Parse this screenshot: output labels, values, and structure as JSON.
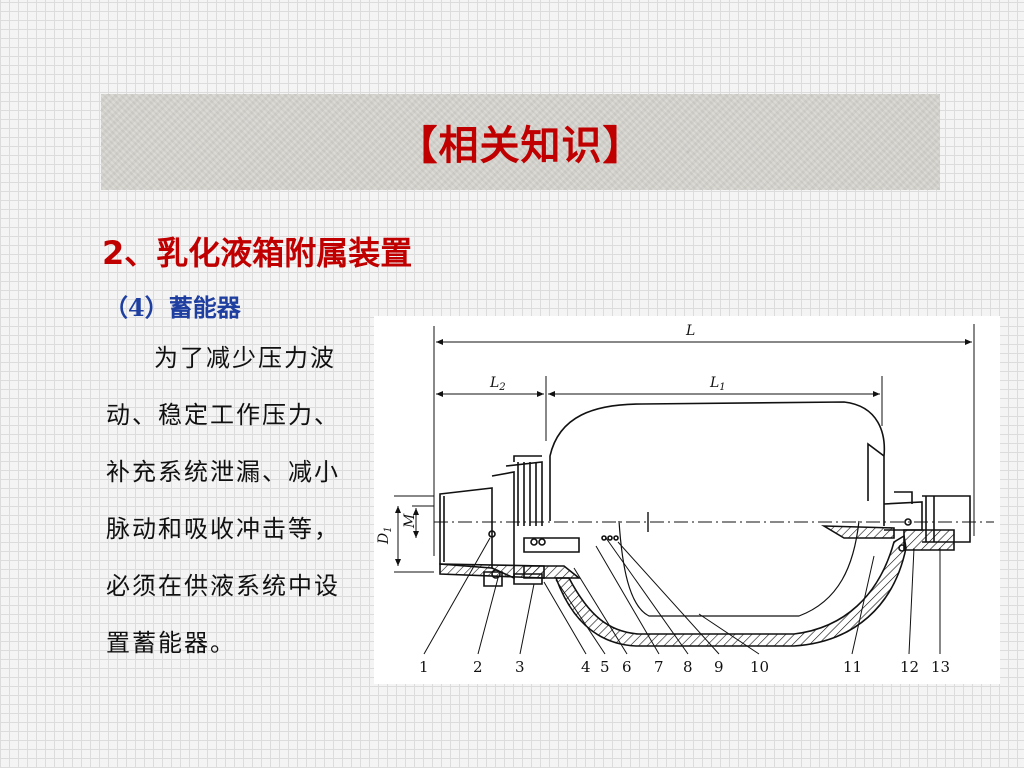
{
  "slide": {
    "title": "【相关知识】",
    "heading": "2、乳化液箱附属装置",
    "subheading": "（4）蓄能器",
    "body": "为了减少压力波动、稳定工作压力、补充系统泄漏、减小脉动和吸收冲击等，必须在供液系统中设置蓄能器。"
  },
  "diagram": {
    "dimensions": {
      "L": "L",
      "L2_main": "L",
      "L2_sub": "2",
      "L1_main": "L",
      "L1_sub": "1",
      "D1_main": "D",
      "D1_sub": "1",
      "M": "M"
    },
    "part_labels": [
      "1",
      "2",
      "3",
      "4",
      "5",
      "6",
      "7",
      "8",
      "9",
      "10",
      "11",
      "12",
      "13"
    ]
  }
}
